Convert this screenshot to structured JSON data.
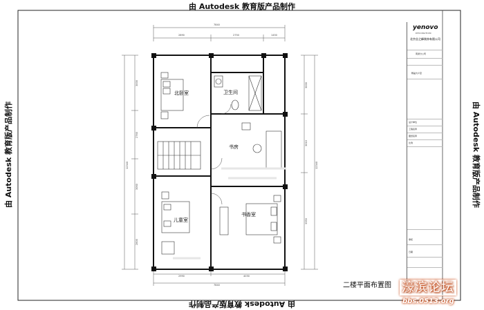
{
  "watermark": {
    "top": "由 Autodesk 教育版产品制作",
    "bottom": "由 Autodesk 教育版产品制作",
    "left": "由 Autodesk 教育版产品制作",
    "right": "由 Autodesk 教育版产品制作"
  },
  "title_block": {
    "logo": "yenovo",
    "logo_sub": "DECORATION",
    "company": "北京业之峰装饰有限公司",
    "branch": "南通分公司",
    "project": "畅晟大户室",
    "fields": [
      "设计单位",
      "工程名称",
      "图纸名称",
      "比例",
      "审核",
      "日期"
    ]
  },
  "drawing": {
    "title": "二楼平面布置图",
    "rooms": {
      "bedroom_north": "北卧室",
      "bathroom": "卫生间",
      "study": "书房",
      "bedroom_sw": "儿童室",
      "bedroom_se": "书香室"
    },
    "dims_top": [
      "7840",
      "2890",
      "2750",
      "1450"
    ],
    "dims_bottom": [
      "7840",
      "2990",
      "4030"
    ],
    "dims_left": [
      "12340",
      "3000",
      "2760",
      "3060",
      "2800"
    ],
    "dims_right": [
      "12340",
      "3000",
      "3010",
      "3350"
    ]
  },
  "forum": {
    "name": "濠滨论坛",
    "url": "bbs.0513.org"
  }
}
